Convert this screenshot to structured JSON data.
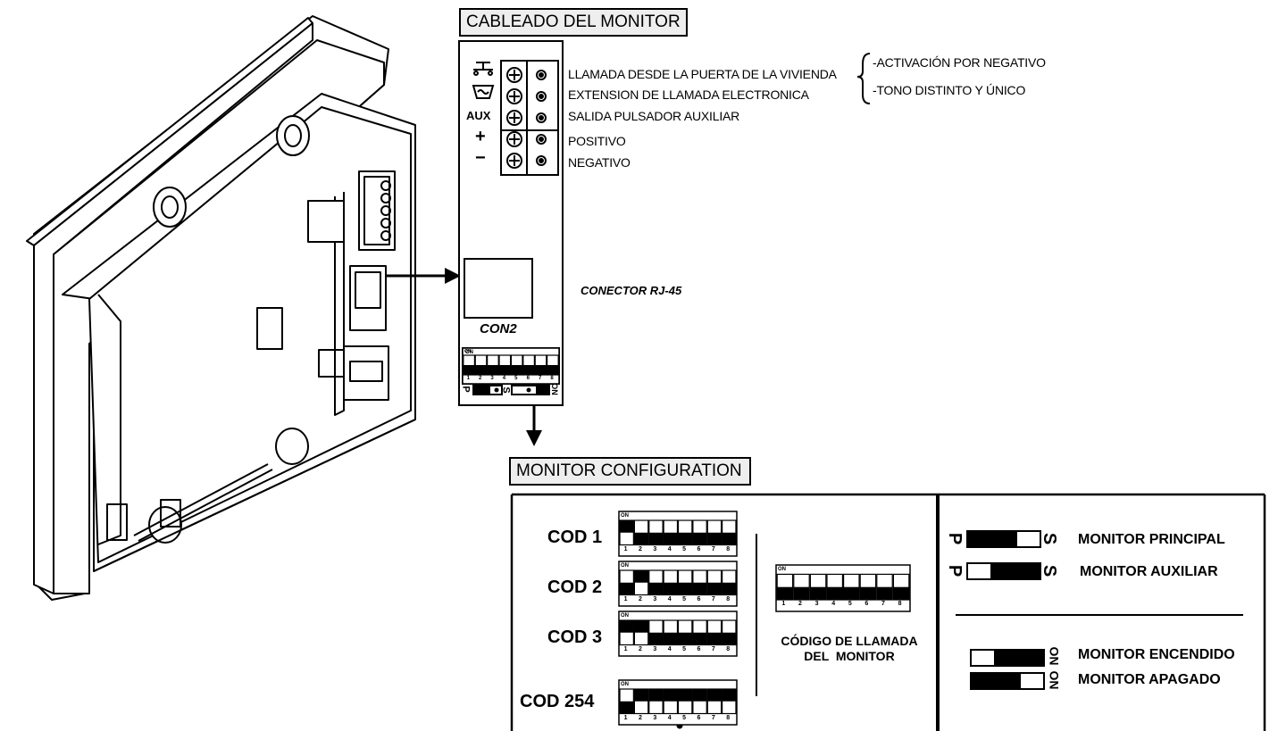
{
  "titles": {
    "wiring": "CABLEADO DEL MONITOR",
    "config": "MONITOR CONFIGURATION"
  },
  "terminal_labels": [
    "LLAMADA DESDE LA PUERTA DE LA VIVIENDA",
    "EXTENSION DE LLAMADA ELECTRONICA",
    "SALIDA PULSADOR AUXILIAR",
    "POSITIVO",
    "NEGATIVO"
  ],
  "notes": [
    "-ACTIVACIÓN POR NEGATIVO",
    "-TONO DISTINTO Y ÚNICO"
  ],
  "panel": {
    "aux": "AUX",
    "plus": "+",
    "minus": "−",
    "con2": "CON2",
    "on": "ON",
    "p": "P",
    "s": "S",
    "on_rot": "ON"
  },
  "connector_label": "CONECTOR RJ-45",
  "codes": [
    {
      "label": "COD 1",
      "switches": [
        0,
        1,
        1,
        1,
        1,
        1,
        1,
        1
      ]
    },
    {
      "label": "COD 2",
      "switches": [
        1,
        0,
        1,
        1,
        1,
        1,
        1,
        1
      ]
    },
    {
      "label": "COD 3",
      "switches": [
        0,
        0,
        1,
        1,
        1,
        1,
        1,
        1
      ]
    },
    {
      "label": "COD 254",
      "switches": [
        1,
        0,
        0,
        0,
        0,
        0,
        0,
        0
      ]
    }
  ],
  "call_code_switches": [
    1,
    1,
    1,
    1,
    1,
    1,
    1,
    1
  ],
  "dip_on_text": "ON",
  "dip_numbers": [
    "1",
    "2",
    "3",
    "4",
    "5",
    "6",
    "7",
    "8"
  ],
  "call_code_label": [
    "CÓDIGO DE LLAMADA",
    "DEL  MONITOR"
  ],
  "mode": {
    "p": "P",
    "s": "S",
    "principal": "MONITOR PRINCIPAL",
    "auxiliar": "MONITOR AUXILIAR"
  },
  "power": {
    "on": "ON",
    "encendido": "MONITOR ENCENDIDO",
    "apagado": "MONITOR APAGADO"
  },
  "colors": {
    "line": "#000000",
    "title_bg": "#eeeeee"
  }
}
